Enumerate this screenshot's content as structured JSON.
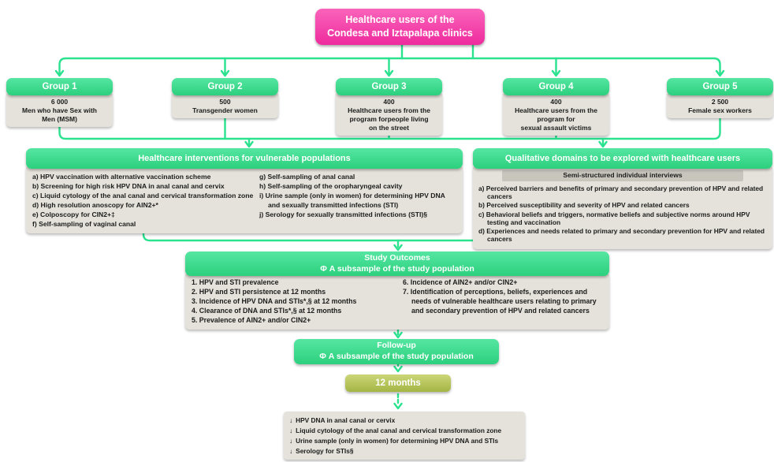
{
  "root": {
    "title": "Healthcare users of the\nCondesa and Iztapalapa clinics"
  },
  "groups": [
    {
      "label": "Group 1",
      "count": "6 000",
      "desc": "Men who have Sex with\nMen (MSM)"
    },
    {
      "label": "Group 2",
      "count": "500",
      "desc": "Transgender women"
    },
    {
      "label": "Group 3",
      "count": "400",
      "desc": "Healthcare users from the\nprogram forpeople living\non the street"
    },
    {
      "label": "Group 4",
      "count": "400",
      "desc": "Healthcare users from the\nprogram for\nsexual assault victims"
    },
    {
      "label": "Group 5",
      "count": "2 500",
      "desc": "Female sex workers"
    }
  ],
  "interventions": {
    "title": "Healthcare interventions for vulnerable populations",
    "left": [
      "a) HPV vaccination with alternative vaccination scheme",
      "b) Screening for high risk HPV DNA in anal canal and cervix",
      "c) Liquid cytology of the anal canal and cervical transformation zone",
      "d) High resolution anoscopy for AIN2+*",
      "e) Colposcopy for CIN2+‡",
      "f) Self-sampling of vaginal canal"
    ],
    "right": [
      "g) Self-sampling of anal canal",
      "h) Self-sampling of the oropharyngeal cavity",
      "i) Urine sample (only in women) for determining HPV DNA and sexually transmitted infections (STI)",
      "j) Serology for sexually transmitted infections (STI)§"
    ]
  },
  "qualitative": {
    "title": "Qualitative domains to be explored with healthcare users",
    "subtitle": "Semi-structured individual interviews",
    "items": [
      "a) Perceived barriers and benefits of primary and secondary prevention of HPV and related cancers",
      "b) Perceived susceptibility and severity of HPV and related cancers",
      "c) Behavioral beliefs and triggers, normative beliefs and subjective norms around HPV testing and vaccination",
      "d) Experiences and needs related to primary and secondary prevention for HPV and related cancers"
    ]
  },
  "outcomes": {
    "title": "Study Outcomes",
    "subtitle": "Φ A subsample of the study population",
    "left": [
      "1. HPV and STI prevalence",
      "2. HPV and STI persistence at 12 months",
      "3. Incidence of HPV DNA and STIs*,§ at 12 months",
      "4. Clearance of DNA and STIs*,§ at 12 months",
      "5. Prevalence of AIN2+ and/or CIN2+"
    ],
    "right": [
      "6. Incidence of AIN2+ and/or CIN2+",
      "7. Identification of perceptions, beliefs, experiences and needs of vulnerable healthcare users relating to primary and secondary prevention of HPV and related cancers"
    ]
  },
  "followup": {
    "title": "Follow-up",
    "subtitle": "Φ A subsample of the study population"
  },
  "duration_label": "12 months",
  "followup_tests": {
    "bullet": "↓",
    "items": [
      "HPV DNA in anal canal or cervix",
      "Liquid cytology of the anal canal and cervical transformation zone",
      "Urine sample (only in women) for determining HPV DNA and STIs",
      "Serology for STIs§"
    ]
  },
  "colors": {
    "pink": "#ee2b9d",
    "green": "#2ed688",
    "connector": "#2be28f",
    "olive": "#a4b544",
    "beige": "#e4e2da"
  }
}
